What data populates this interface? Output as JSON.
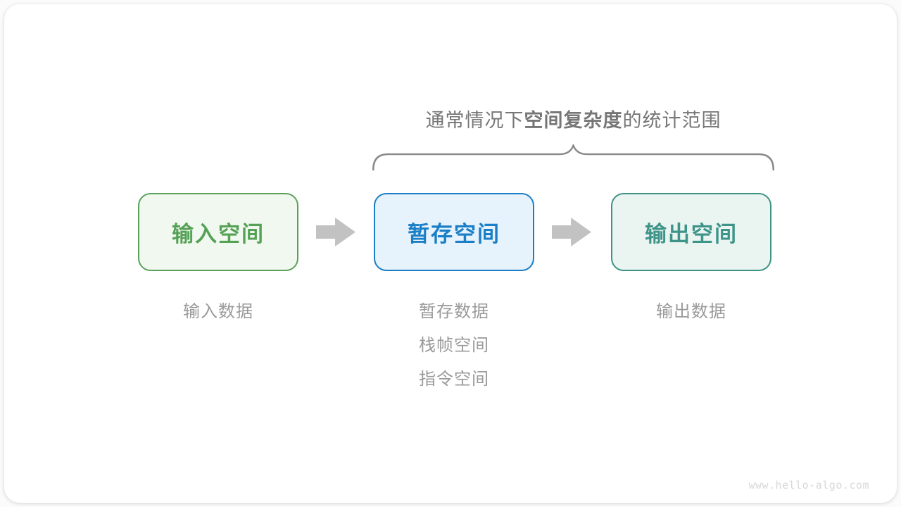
{
  "title": {
    "prefix": "通常情况下",
    "emphasis": "空间复杂度",
    "suffix": "的统计范围"
  },
  "boxes": [
    {
      "label": "输入空间",
      "border_color": "#5ba15d",
      "fill_color": "#f1f8ef",
      "text_color": "#55a257"
    },
    {
      "label": "暂存空间",
      "border_color": "#1b7dc4",
      "fill_color": "#e6f2fc",
      "text_color": "#1a7fc7"
    },
    {
      "label": "输出空间",
      "border_color": "#3f9386",
      "fill_color": "#eaf5f2",
      "text_color": "#3e9488"
    }
  ],
  "annotations": [
    {
      "lines": [
        "输入数据"
      ]
    },
    {
      "lines": [
        "暂存数据",
        "栈帧空间",
        "指令空间"
      ]
    },
    {
      "lines": [
        "输出数据"
      ]
    }
  ],
  "watermark": "www.hello-algo.com",
  "colors": {
    "arrow": "#c2c2c2",
    "brace": "#8a8a8a",
    "title_text": "#767676",
    "annotation_text": "#9a9a9a",
    "watermark_text": "#d8d8d8"
  }
}
